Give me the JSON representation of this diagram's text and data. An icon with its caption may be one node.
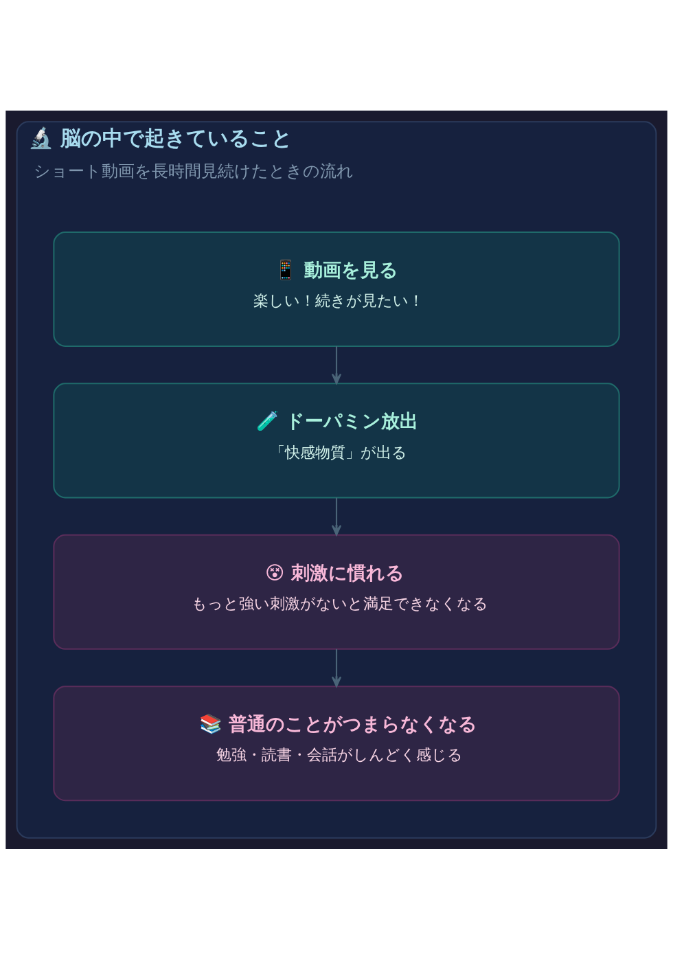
{
  "diagram": {
    "nodes": [
      {
        "text": [
          "🔬 脳の中で起きていること",
          "ショート動画を長時間見続けたときの流れ"
        ]
      },
      {
        "text": [
          "📱 動画を見る",
          "楽しい！続きが見たい！"
        ],
        "in": 0
      },
      {
        "text": [
          "🧪 ドーパミン放出",
          "「快感物質」が出る"
        ],
        "in": 0
      },
      {
        "text": [
          "😵 刺激に慣れる",
          "もっと強い刺激がないと満足できなくなる"
        ],
        "in": 0
      },
      {
        "text": [
          "📚 普通のことがつまらなくなる",
          "勉強・読書・会話がしんどく感じる"
        ],
        "in": 0
      }
    ],
    "edges": [
      {
        "from": 1,
        "to": 2,
        "arrow": "to"
      },
      {
        "from": 2,
        "to": 3,
        "arrow": "to"
      },
      {
        "from": 3,
        "to": 4,
        "arrow": "to"
      }
    ]
  }
}
